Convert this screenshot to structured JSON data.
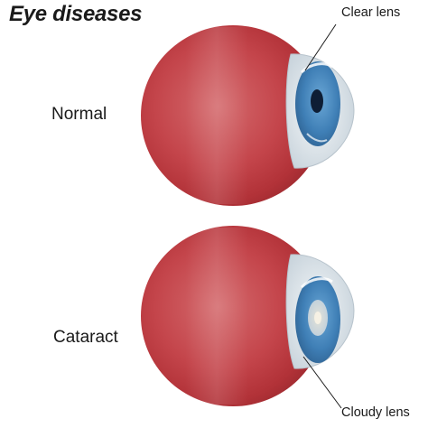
{
  "title": "Eye diseases",
  "eyes": [
    {
      "label": "Normal",
      "callout": "Clear lens"
    },
    {
      "label": "Cataract",
      "callout": "Cloudy lens"
    }
  ]
}
